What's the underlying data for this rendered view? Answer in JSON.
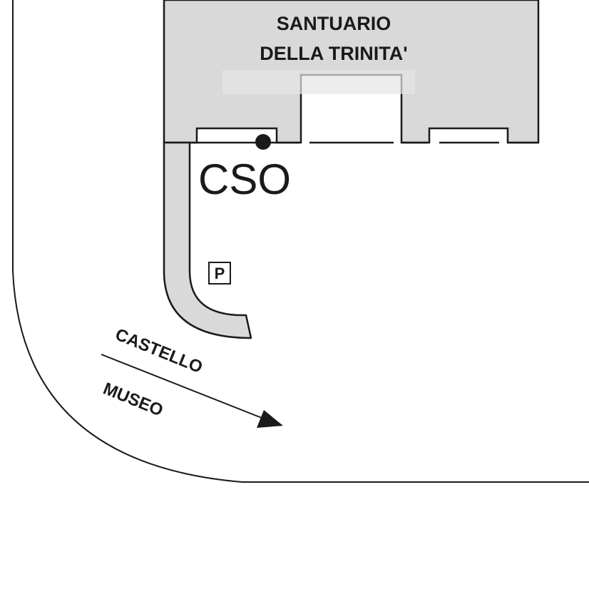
{
  "building": {
    "name_line1": "SANTUARIO",
    "name_line2": "DELLA TRINITA'"
  },
  "station": {
    "label": "CSO"
  },
  "parking": {
    "label": "P",
    "icon": "parking-sign-icon"
  },
  "direction": {
    "label_upper": "CASTELLO",
    "label_lower": "MUSEO",
    "icon": "arrow-right-icon"
  },
  "colors": {
    "fill_gray": "#d9d9d9",
    "stroke": "#1a1a1a",
    "background": "#ffffff"
  }
}
